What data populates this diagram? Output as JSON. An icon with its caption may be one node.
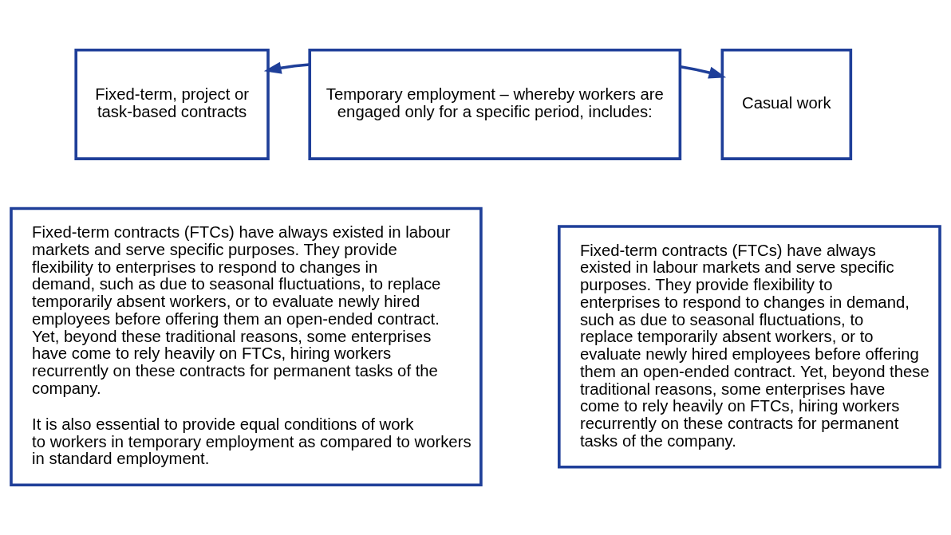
{
  "diagram": {
    "nodes": [
      {
        "text": [
          "Fixed-term, project or task-based contracts"
        ]
      },
      {
        "text": [
          "Temporary employment – whereby workers are engaged only for a specific period, includes:"
        ]
      },
      {
        "text": [
          "Casual work"
        ]
      },
      {
        "text": [
          "Fixed-term contracts (FTCs) have always existed in labour markets and serve specific purposes. They provide flexibility to enterprises to respond to changes in demand, such as due to seasonal fluctuations, to replace temporarily absent workers, or to evaluate newly hired employees before offering them an open-ended contract. Yet, beyond these traditional reasons, some enterprises have come to rely heavily on FTCs, hiring workers recurrently on these contracts for permanent tasks of the company.",
          "It is also essential to provide equal conditions of work to workers in temporary employment as compared to workers in standard employment."
        ]
      },
      {
        "text": [
          "Fixed-term contracts (FTCs) have always existed in labour markets and serve specific purposes. They provide flexibility to enterprises to respond to changes in demand, such as due to seasonal fluctuations, to replace temporarily absent workers, or to evaluate newly hired employees before offering them an open-ended contract. Yet, beyond these traditional reasons, some enterprises have come to rely heavily on FTCs, hiring workers recurrently on these contracts for permanent tasks of the company."
        ]
      }
    ],
    "edges": [
      {
        "from": 1,
        "to": 0,
        "arrow": "to"
      },
      {
        "from": 1,
        "to": 2,
        "arrow": "to"
      }
    ]
  }
}
